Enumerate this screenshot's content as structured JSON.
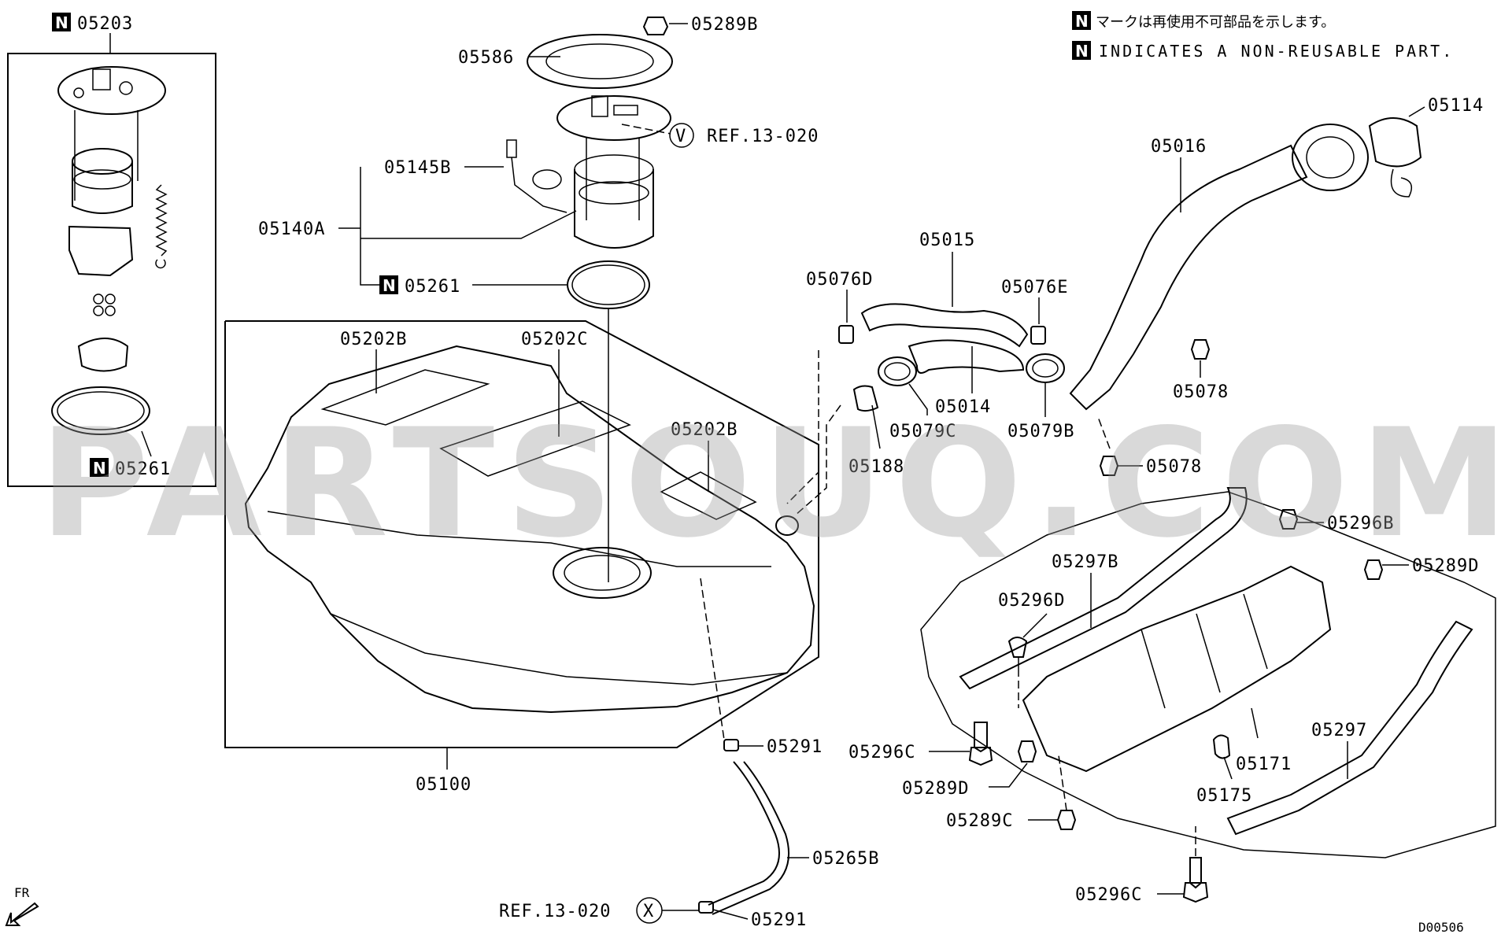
{
  "notes": {
    "jp": "マークは再使用不可部品を示します。",
    "en": "INDICATES A NON-REUSABLE PART.",
    "n_mark": "N"
  },
  "watermark": "PARTSOUQ.COM",
  "diagram_code": "D00506",
  "fr_label": "FR",
  "labels": {
    "p05203": "05203",
    "p05261_inset": "05261",
    "p05586": "05586",
    "p05289B": "05289B",
    "ref_v": "REF.13-020",
    "ref_v_circle": "V",
    "p05145B": "05145B",
    "p05140A": "05140A",
    "p05261": "05261",
    "p05202B_a": "05202B",
    "p05202C": "05202C",
    "p05202B_b": "05202B",
    "p05100": "05100",
    "p05076D": "05076D",
    "p05015": "05015",
    "p05076E": "05076E",
    "p05014": "05014",
    "p05079C": "05079C",
    "p05079B": "05079B",
    "p05188": "05188",
    "p05016": "05016",
    "p05114": "05114",
    "p05078_a": "05078",
    "p05078_b": "05078",
    "p05296B": "05296B",
    "p05289D_a": "05289D",
    "p05297B": "05297B",
    "p05296D": "05296D",
    "p05296C_a": "05296C",
    "p05289D_b": "05289D",
    "p05289C": "05289C",
    "p05171": "05171",
    "p05175": "05175",
    "p05297": "05297",
    "p05296C_b": "05296C",
    "p05291_a": "05291",
    "p05265B": "05265B",
    "ref_x": "REF.13-020",
    "ref_x_circle": "X",
    "p05291_b": "05291"
  }
}
